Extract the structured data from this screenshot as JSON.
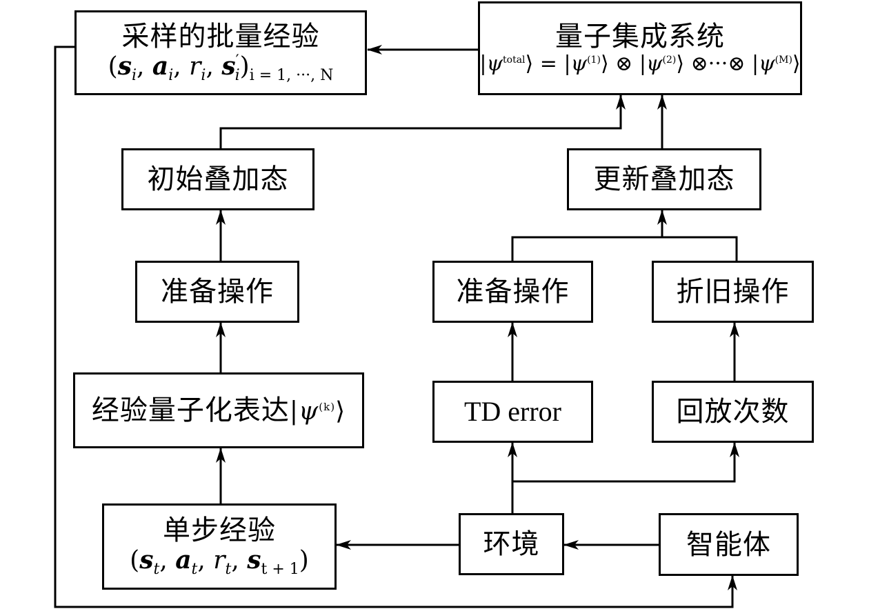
{
  "nodes": {
    "sampled_batch": {
      "label": "采样的批量经验",
      "subscript": "i = 1, ···, N"
    },
    "quantum_system": {
      "label": "量子集成系统",
      "state_total_sup": "total",
      "sup1": "(1)",
      "sup2": "(2)",
      "supM": "(M)"
    },
    "initial_superposition": {
      "label": "初始叠加态"
    },
    "update_superposition": {
      "label": "更新叠加态"
    },
    "prepare_left": {
      "label": "准备操作"
    },
    "prepare_right": {
      "label": "准备操作"
    },
    "depreciation": {
      "label": "折旧操作"
    },
    "td_error": {
      "label": "TD error"
    },
    "replay_count": {
      "label": "回放次数"
    },
    "quantized_expression": {
      "label": "经验量子化表达",
      "sup": "(k)"
    },
    "single_step": {
      "label": "单步经验",
      "subscript": "t + 1"
    },
    "environment": {
      "label": "环境"
    },
    "agent": {
      "label": "智能体"
    }
  }
}
